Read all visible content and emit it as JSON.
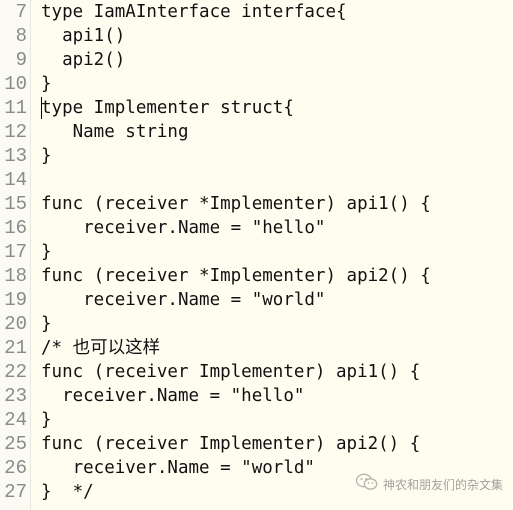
{
  "editor": {
    "lines": [
      {
        "num": "7",
        "text": "type IamAInterface interface{"
      },
      {
        "num": "8",
        "text": "  api1()"
      },
      {
        "num": "9",
        "text": "  api2()"
      },
      {
        "num": "10",
        "text": "}"
      },
      {
        "num": "11",
        "text": "type Implementer struct{"
      },
      {
        "num": "12",
        "text": "   Name string"
      },
      {
        "num": "13",
        "text": "}"
      },
      {
        "num": "14",
        "text": ""
      },
      {
        "num": "15",
        "text": "func (receiver *Implementer) api1() {"
      },
      {
        "num": "16",
        "text": "    receiver.Name = \"hello\""
      },
      {
        "num": "17",
        "text": "}"
      },
      {
        "num": "18",
        "text": "func (receiver *Implementer) api2() {"
      },
      {
        "num": "19",
        "text": "    receiver.Name = \"world\""
      },
      {
        "num": "20",
        "text": "}"
      },
      {
        "num": "21",
        "text": "/* 也可以这样"
      },
      {
        "num": "22",
        "text": "func (receiver Implementer) api1() {"
      },
      {
        "num": "23",
        "text": "  receiver.Name = \"hello\""
      },
      {
        "num": "24",
        "text": "}"
      },
      {
        "num": "25",
        "text": "func (receiver Implementer) api2() {"
      },
      {
        "num": "26",
        "text": "   receiver.Name = \"world\""
      },
      {
        "num": "27",
        "text": "}  */"
      }
    ]
  },
  "watermark": {
    "icon": "wechat-icon",
    "text": "神农和朋友们的杂文集"
  }
}
